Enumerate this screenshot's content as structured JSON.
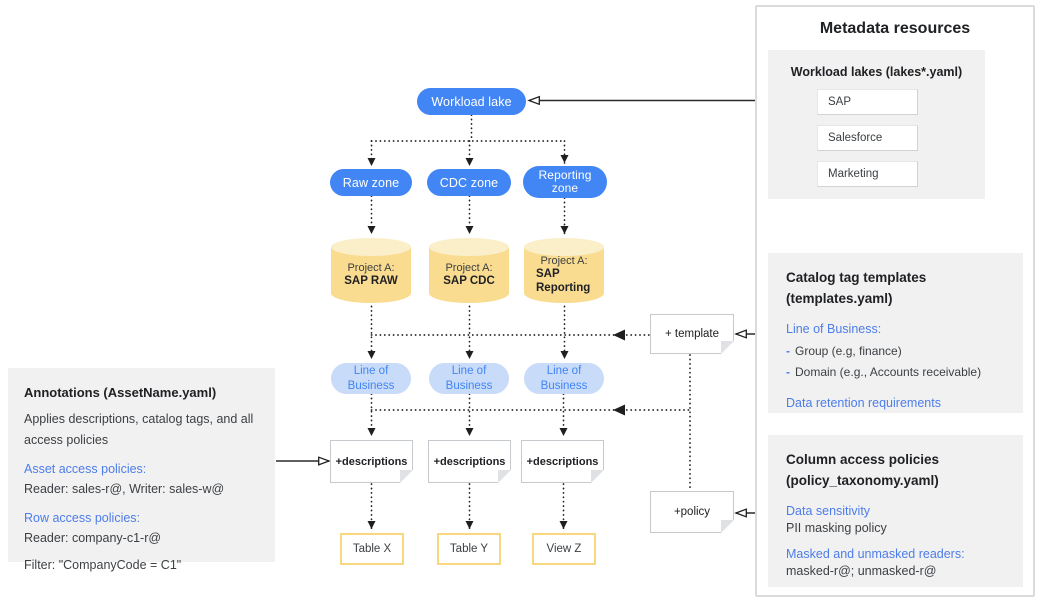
{
  "colors": {
    "pill_blue": "#4285F4",
    "pill_light_blue": "#C8DBF9",
    "cylinder_body": "#F9DC8F",
    "cylinder_top": "#FBEFCA",
    "table_border": "#F9D77E",
    "panel_grey": "#F1F1F2",
    "heading_blue": "#4d7de9"
  },
  "flowchart": {
    "lake_label": "Workload lake",
    "zones": [
      "Raw zone",
      "CDC zone",
      "Reporting zone"
    ],
    "projects": [
      {
        "prefix": "Project A:",
        "name": "SAP RAW"
      },
      {
        "prefix": "Project A:",
        "name": "SAP CDC"
      },
      {
        "prefix": "Project A:",
        "name": "SAP Reporting"
      }
    ],
    "lob_label": "Line of Business",
    "descriptions_label": "+descriptions",
    "template_label": "+ template",
    "policy_label": "+policy",
    "outputs": [
      "Table X",
      "Table Y",
      "View Z"
    ]
  },
  "annotations_panel": {
    "title": "Annotations (AssetName.yaml)",
    "body": "Applies descriptions, catalog tags, and all access policies",
    "asset_heading": "Asset access policies:",
    "asset_value": "Reader: sales-r@, Writer: sales-w@",
    "row_heading": "Row access policies:",
    "row_value": "Reader: company-c1-r@",
    "filter_value": "Filter: \"CompanyCode = C1\""
  },
  "metadata_panel": {
    "title": "Metadata resources",
    "workload_lakes": {
      "title": "Workload lakes (lakes*.yaml)",
      "items": [
        "SAP",
        "Salesforce",
        "Marketing"
      ]
    },
    "catalog_templates": {
      "title_line1": "Catalog tag templates",
      "title_line2": "(templates.yaml)",
      "lob_heading": "Line of Business:",
      "bullet_dash": "-",
      "bullets": [
        "Group (e.g, finance)",
        "Domain (e.g., Accounts receivable)"
      ],
      "retention_heading": "Data retention requirements"
    },
    "column_policies": {
      "title_line1": "Column access policies",
      "title_line2": "(policy_taxonomy.yaml)",
      "sensitivity_heading": "Data sensitivity",
      "sensitivity_value": "PII masking policy",
      "readers_heading": "Masked and unmasked readers:",
      "readers_value": "masked-r@; unmasked-r@"
    }
  }
}
